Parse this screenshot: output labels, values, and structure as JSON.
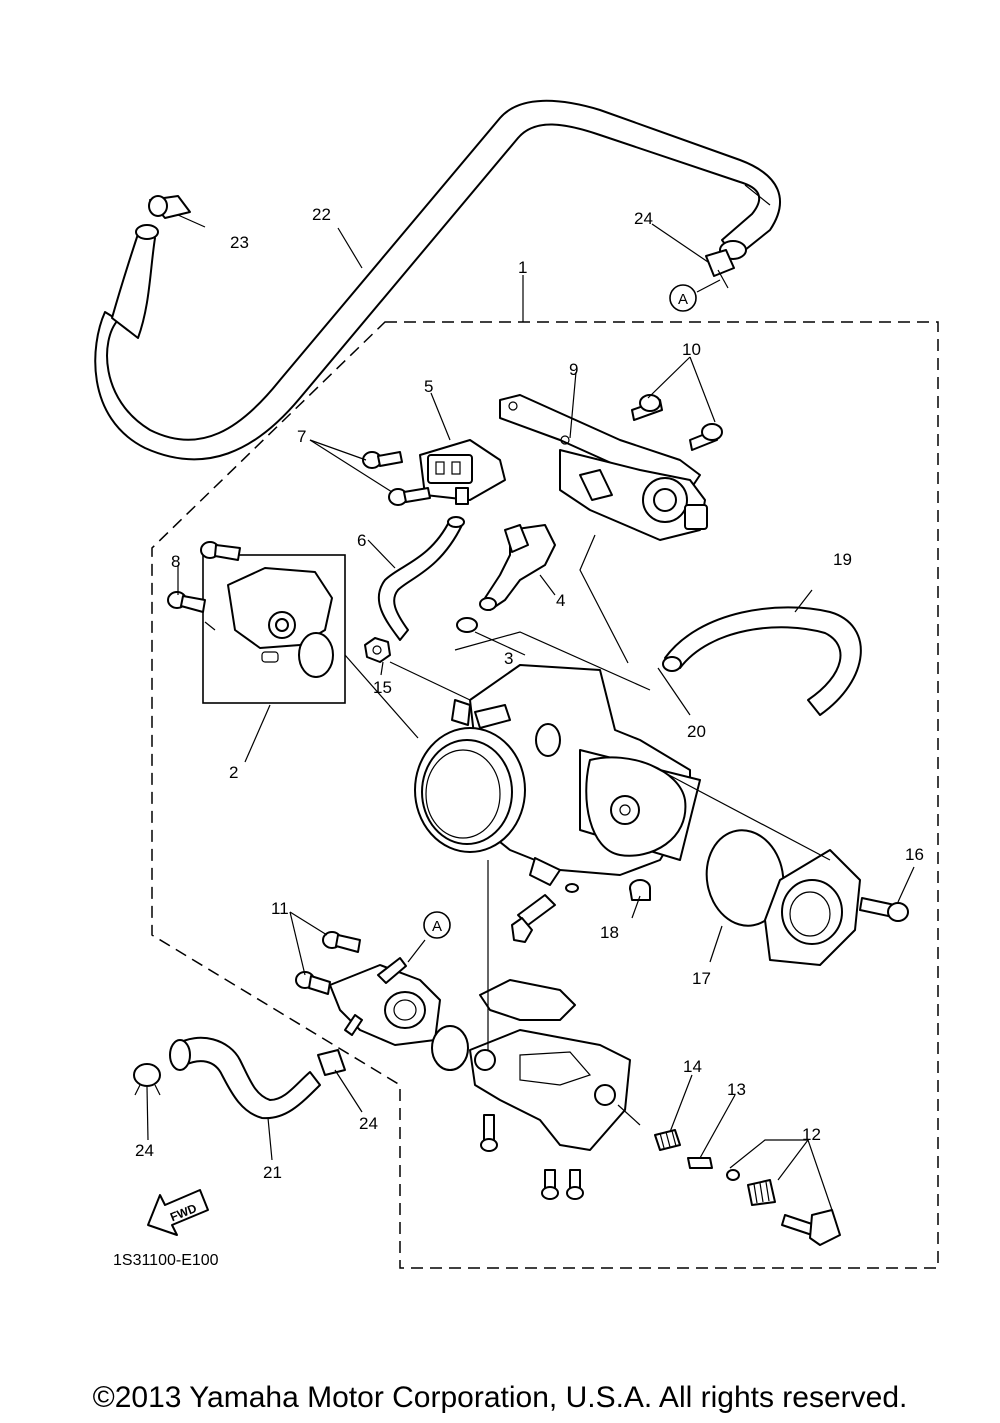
{
  "diagram": {
    "callouts": {
      "n1": "1",
      "n2": "2",
      "n3": "3",
      "n4": "4",
      "n5": "5",
      "n6": "6",
      "n7": "7",
      "n8": "8",
      "n9": "9",
      "n10": "10",
      "n11": "11",
      "n12": "12",
      "n13": "13",
      "n14": "14",
      "n15": "15",
      "n16": "16",
      "n17": "17",
      "n18": "18",
      "n19": "19",
      "n20": "20",
      "n21": "21",
      "n22": "22",
      "n23": "23",
      "n24a": "24",
      "n24b": "24",
      "n24c": "24"
    },
    "refs": {
      "a_top": "A",
      "a_bottom": "A"
    },
    "fwd_label": "FWD",
    "drawing_code": "1S31100-E100"
  },
  "footer": {
    "copyright": "©2013 Yamaha Motor Corporation, U.S.A. All rights reserved."
  }
}
